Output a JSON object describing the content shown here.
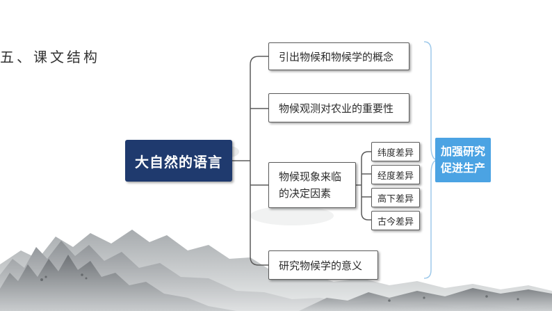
{
  "heading": "五、课文结构",
  "root": "大自然的语言",
  "branches": [
    {
      "label": "引出物候和物候学的概念"
    },
    {
      "label": "物候观测对农业的重要性"
    },
    {
      "label_line1": "物候现象来临",
      "label_line2": "的决定因素",
      "factors": [
        "纬度差异",
        "经度差异",
        "高下差异",
        "古今差异"
      ]
    },
    {
      "label": "研究物候学的意义"
    }
  ],
  "result": {
    "line1": "加强研究",
    "line2": "促进生产"
  },
  "colors": {
    "root_bg": "#1f3a6e",
    "result_bg": "#4ba3e3",
    "line": "#5a5a5a",
    "brace": "#9ec9ea"
  }
}
